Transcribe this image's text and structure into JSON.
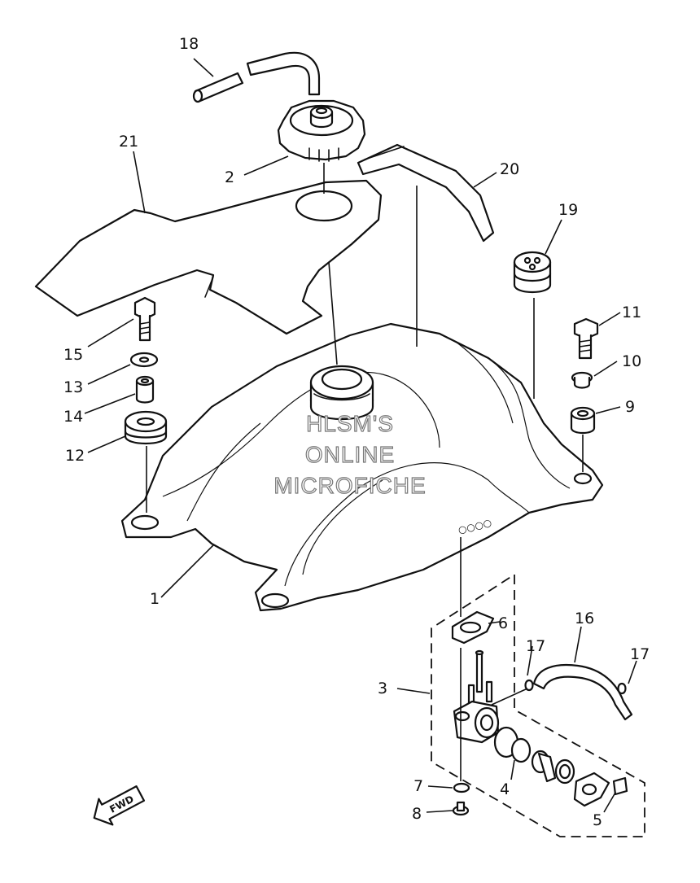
{
  "watermark": {
    "line1": "HLSM'S",
    "line2": "ONLINE",
    "line3": "MICROFICHE"
  },
  "direction_marker": "FWD",
  "callouts": {
    "c1": "1",
    "c2": "2",
    "c3": "3",
    "c4": "4",
    "c5": "5",
    "c6": "6",
    "c7": "7",
    "c8": "8",
    "c9": "9",
    "c10": "10",
    "c11": "11",
    "c12": "12",
    "c13": "13",
    "c14": "14",
    "c15": "15",
    "c16": "16",
    "c17a": "17",
    "c17b": "17",
    "c18": "18",
    "c19": "19",
    "c20": "20",
    "c21": "21"
  },
  "tank_stamp": "○○○○"
}
